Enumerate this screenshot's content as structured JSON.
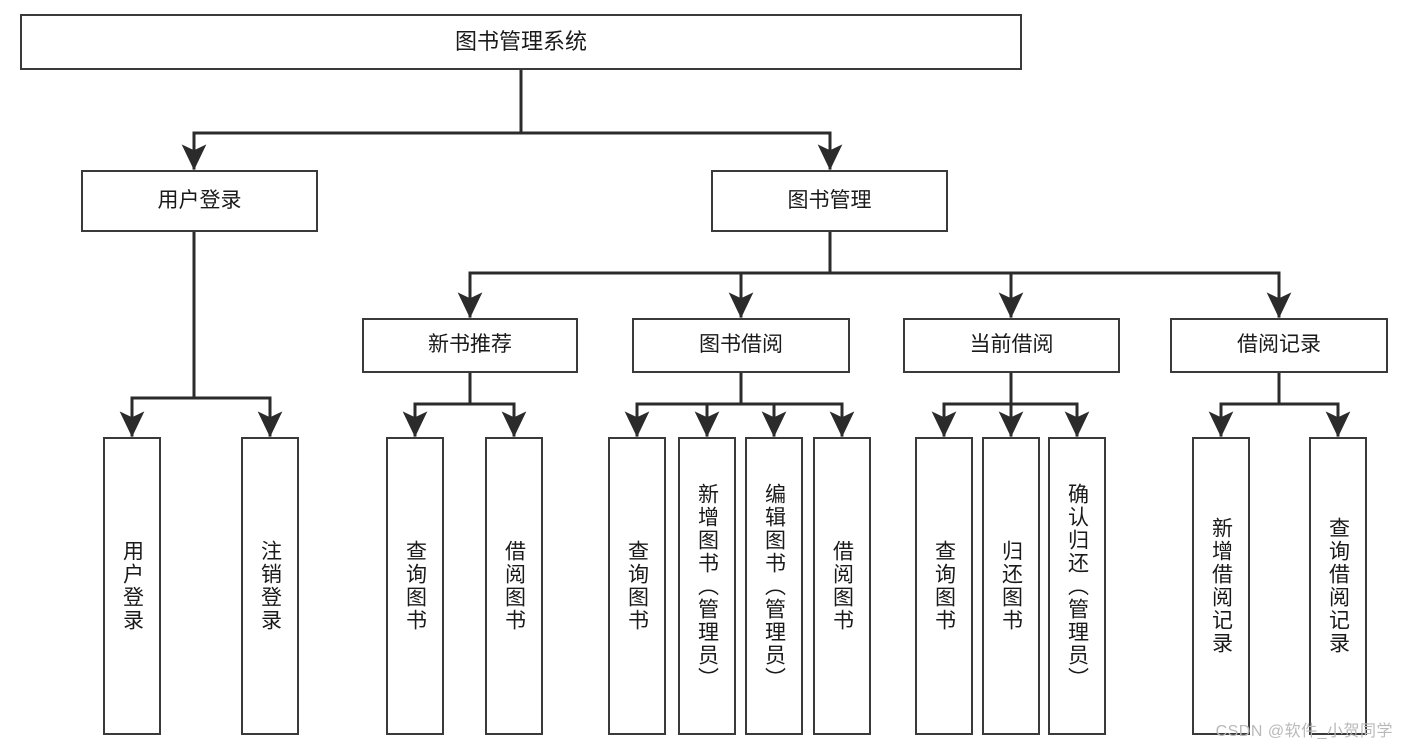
{
  "diagram": {
    "title": "图书管理系统",
    "type": "tree",
    "watermark": "CSDN @软件_小贺同学",
    "colors": {
      "node_border": "#3a3a3a",
      "node_fill": "#ffffff",
      "edge": "#2b2b2b",
      "text": "#1a1a1a",
      "watermark": "#b9b9b9",
      "background": "#ffffff"
    },
    "nodes": {
      "root": {
        "label": "图书管理系统",
        "level": 1,
        "orientation": "horizontal"
      },
      "n_user_login": {
        "label": "用户登录",
        "level": 2,
        "orientation": "horizontal"
      },
      "n_book_mgmt": {
        "label": "图书管理",
        "level": 2,
        "orientation": "horizontal"
      },
      "n_new_book_rec": {
        "label": "新书推荐",
        "level": 3,
        "orientation": "horizontal"
      },
      "n_book_borrow": {
        "label": "图书借阅",
        "level": 3,
        "orientation": "horizontal"
      },
      "n_current_borrow": {
        "label": "当前借阅",
        "level": 3,
        "orientation": "horizontal"
      },
      "n_borrow_record": {
        "label": "借阅记录",
        "level": 3,
        "orientation": "horizontal"
      },
      "l_user_login": {
        "label": "用户登录",
        "level": 4,
        "orientation": "vertical"
      },
      "l_user_logout": {
        "label": "注销登录",
        "level": 4,
        "orientation": "vertical"
      },
      "l_rec_query": {
        "label": "查询图书",
        "level": 4,
        "orientation": "vertical"
      },
      "l_rec_borrow": {
        "label": "借阅图书",
        "level": 4,
        "orientation": "vertical"
      },
      "l_bb_query": {
        "label": "查询图书",
        "level": 4,
        "orientation": "vertical"
      },
      "l_bb_add": {
        "label": "新增图书（管理员）",
        "level": 4,
        "orientation": "vertical"
      },
      "l_bb_edit": {
        "label": "编辑图书（管理员）",
        "level": 4,
        "orientation": "vertical"
      },
      "l_bb_borrow": {
        "label": "借阅图书",
        "level": 4,
        "orientation": "vertical"
      },
      "l_cb_query": {
        "label": "查询图书",
        "level": 4,
        "orientation": "vertical"
      },
      "l_cb_return": {
        "label": "归还图书",
        "level": 4,
        "orientation": "vertical"
      },
      "l_cb_confirm": {
        "label": "确认归还（管理员）",
        "level": 4,
        "orientation": "vertical"
      },
      "l_br_add": {
        "label": "新增借阅记录",
        "level": 4,
        "orientation": "vertical"
      },
      "l_br_query": {
        "label": "查询借阅记录",
        "level": 4,
        "orientation": "vertical"
      }
    },
    "edges": [
      {
        "from": "root",
        "to": "n_user_login"
      },
      {
        "from": "root",
        "to": "n_book_mgmt"
      },
      {
        "from": "n_user_login",
        "to": "l_user_login"
      },
      {
        "from": "n_user_login",
        "to": "l_user_logout"
      },
      {
        "from": "n_book_mgmt",
        "to": "n_new_book_rec"
      },
      {
        "from": "n_book_mgmt",
        "to": "n_book_borrow"
      },
      {
        "from": "n_book_mgmt",
        "to": "n_current_borrow"
      },
      {
        "from": "n_book_mgmt",
        "to": "n_borrow_record"
      },
      {
        "from": "n_new_book_rec",
        "to": "l_rec_query"
      },
      {
        "from": "n_new_book_rec",
        "to": "l_rec_borrow"
      },
      {
        "from": "n_book_borrow",
        "to": "l_bb_query"
      },
      {
        "from": "n_book_borrow",
        "to": "l_bb_add"
      },
      {
        "from": "n_book_borrow",
        "to": "l_bb_edit"
      },
      {
        "from": "n_book_borrow",
        "to": "l_bb_borrow"
      },
      {
        "from": "n_current_borrow",
        "to": "l_cb_query"
      },
      {
        "from": "n_current_borrow",
        "to": "l_cb_return"
      },
      {
        "from": "n_current_borrow",
        "to": "l_cb_confirm"
      },
      {
        "from": "n_borrow_record",
        "to": "l_br_add"
      },
      {
        "from": "n_borrow_record",
        "to": "l_br_query"
      }
    ]
  }
}
